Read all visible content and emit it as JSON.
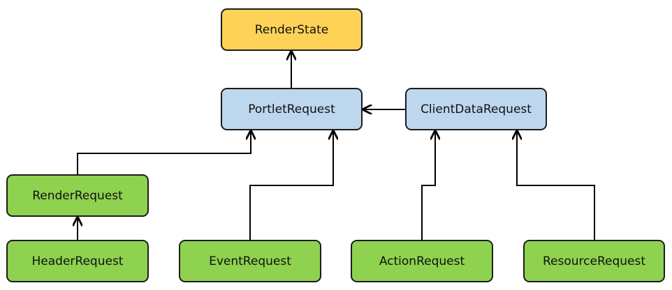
{
  "nodes": {
    "render_state": "RenderState",
    "portlet_request": "PortletRequest",
    "client_data_request": "ClientDataRequest",
    "render_request": "RenderRequest",
    "header_request": "HeaderRequest",
    "event_request": "EventRequest",
    "action_request": "ActionRequest",
    "resource_request": "ResourceRequest"
  },
  "edges": [
    {
      "from": "portlet_request",
      "to": "render_state"
    },
    {
      "from": "client_data_request",
      "to": "portlet_request"
    },
    {
      "from": "render_request",
      "to": "portlet_request"
    },
    {
      "from": "event_request",
      "to": "portlet_request"
    },
    {
      "from": "header_request",
      "to": "render_request"
    },
    {
      "from": "action_request",
      "to": "client_data_request"
    },
    {
      "from": "resource_request",
      "to": "client_data_request"
    }
  ],
  "colors": {
    "state": "#fdd257",
    "base": "#bdd7ee",
    "implementation": "#8ed24f",
    "border": "#1c1c1c",
    "connector": "#000000"
  }
}
